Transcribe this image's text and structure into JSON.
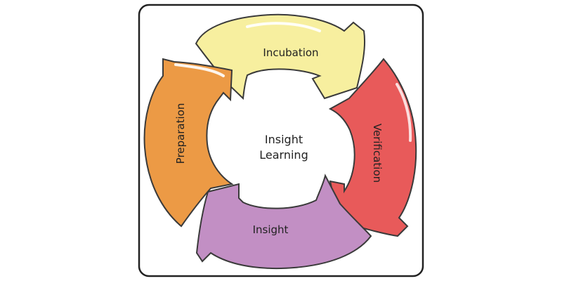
{
  "diagram": {
    "center": {
      "line1": "Insight",
      "line2": "Learning"
    },
    "stages": [
      {
        "id": "incubation",
        "label": "Incubation",
        "color": "#f7ef9f"
      },
      {
        "id": "verification",
        "label": "Verification",
        "color": "#e85a5a"
      },
      {
        "id": "insight",
        "label": "Insight",
        "color": "#c28fc4"
      },
      {
        "id": "preparation",
        "label": "Preparation",
        "color": "#ec9a45"
      }
    ],
    "outline_color": "#3a3a3a",
    "frame_color": "#222222"
  }
}
